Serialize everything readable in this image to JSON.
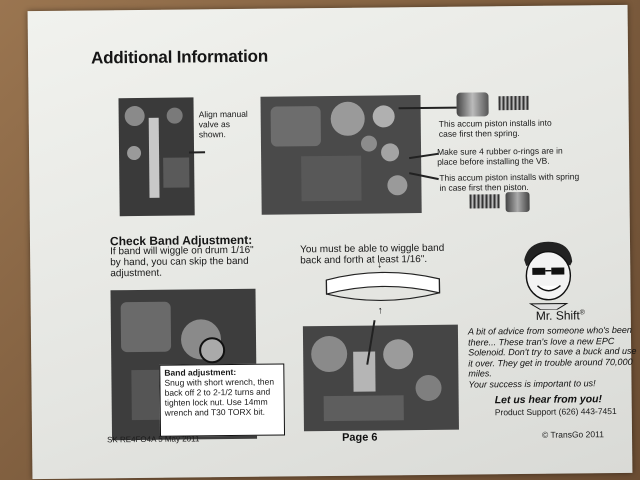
{
  "title": "Additional Information",
  "captions": {
    "align_manual": "Align manual valve as shown.",
    "accum1": "This accum piston installs into case first then spring.",
    "orings": "Make sure 4 rubber o-rings are in place before installing the VB.",
    "accum2": "This accum piston installs with spring in case first then piston."
  },
  "band_section": {
    "heading": "Check Band Adjustment:",
    "text": "If band will wiggle on drum 1/16\" by hand, you can  skip the band adjustment.",
    "wiggle": "You must be able to wiggle band back and forth at least 1/16\".",
    "box_title": "Band adjustment:",
    "box_text": "Snug with short wrench, then back off 2 to 2-1/2 turns and tighten lock nut. Use 14mm wrench and T30 TORX bit."
  },
  "mr_shift": {
    "name": "Mr. Shift",
    "advice": "A bit of advice from someone who's been there... These tran's love a new EPC Solenoid.  Don't try to save a buck and use it over.  They get in trouble around 70,000 miles.",
    "success": "Your success is important to us!",
    "hear": "Let us hear from you!",
    "support": "Product Support  (626) 443-7451"
  },
  "footer": {
    "left": "SK RE4FO4A 5 May 2011",
    "page": "Page 6",
    "copyright": "© TransGo 2011"
  }
}
